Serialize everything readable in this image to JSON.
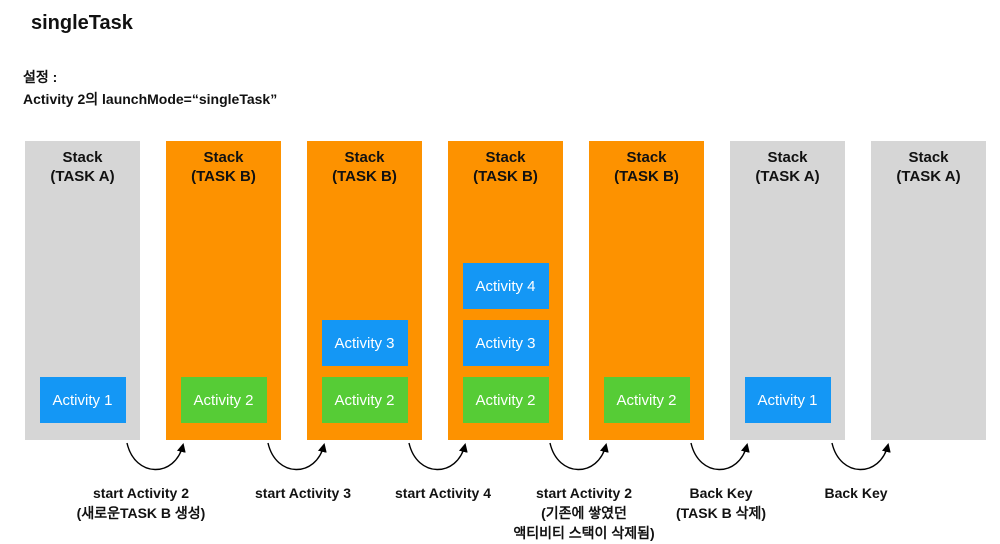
{
  "title": "singleTask",
  "setting": {
    "line1": "설정 :",
    "line2": "Activity 2의 launchMode=“singleTask”"
  },
  "stacks": [
    {
      "label1": "Stack",
      "label2": "(TASK A)",
      "color": "#d6d6d6",
      "activities": [
        {
          "label": "Activity 1",
          "color": "#1497f5"
        }
      ]
    },
    {
      "label1": "Stack",
      "label2": "(TASK B)",
      "color": "#fd9200",
      "activities": [
        {
          "label": "Activity 2",
          "color": "#56cc36"
        }
      ]
    },
    {
      "label1": "Stack",
      "label2": "(TASK B)",
      "color": "#fd9200",
      "activities": [
        {
          "label": "Activity 2",
          "color": "#56cc36"
        },
        {
          "label": "Activity 3",
          "color": "#1497f5"
        }
      ]
    },
    {
      "label1": "Stack",
      "label2": "(TASK B)",
      "color": "#fd9200",
      "activities": [
        {
          "label": "Activity 2",
          "color": "#56cc36"
        },
        {
          "label": "Activity 3",
          "color": "#1497f5"
        },
        {
          "label": "Activity 4",
          "color": "#1497f5"
        }
      ]
    },
    {
      "label1": "Stack",
      "label2": "(TASK B)",
      "color": "#fd9200",
      "activities": [
        {
          "label": "Activity 2",
          "color": "#56cc36"
        }
      ]
    },
    {
      "label1": "Stack",
      "label2": "(TASK A)",
      "color": "#d6d6d6",
      "activities": [
        {
          "label": "Activity 1",
          "color": "#1497f5"
        }
      ]
    },
    {
      "label1": "Stack",
      "label2": "(TASK A)",
      "color": "#d6d6d6",
      "activities": []
    }
  ],
  "captions": [
    {
      "lines": [
        "start Activity 2",
        "(새로운TASK B 생성)"
      ]
    },
    {
      "lines": [
        "start Activity 3"
      ]
    },
    {
      "lines": [
        "start Activity 4"
      ]
    },
    {
      "lines": [
        "start Activity 2",
        "(기존에 쌓였던",
        "액티비티 스택이 삭제됨)"
      ]
    },
    {
      "lines": [
        "Back Key",
        "(TASK B 삭제)"
      ]
    },
    {
      "lines": [
        "Back Key"
      ]
    }
  ]
}
